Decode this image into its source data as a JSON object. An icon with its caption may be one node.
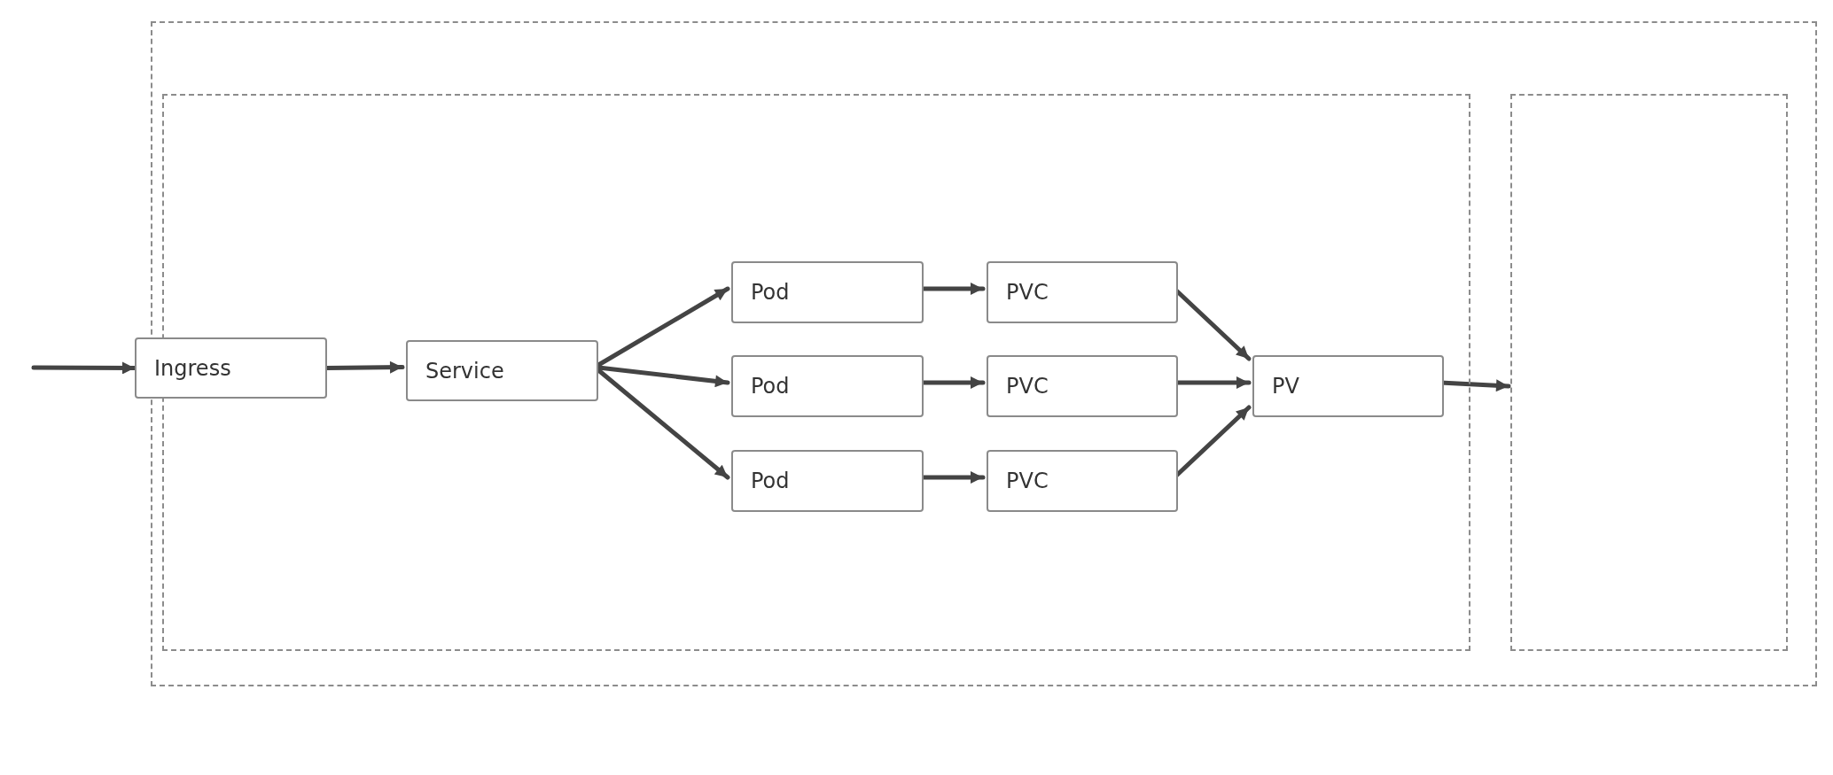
{
  "diagram": {
    "nodes": [
      {
        "text": [],
        "shape": "box"
      },
      {
        "text": [],
        "shape": "box",
        "in": 0
      },
      {
        "text": [],
        "shape": "box",
        "in": 0
      },
      {
        "text": [
          "Ingress"
        ]
      },
      {
        "text": [
          "Service"
        ],
        "in": 1
      },
      {
        "text": [
          "Pod"
        ],
        "in": 1
      },
      {
        "text": [
          "Pod"
        ],
        "in": 1
      },
      {
        "text": [
          "Pod"
        ],
        "in": 1
      },
      {
        "text": [
          "PVC"
        ],
        "in": 1
      },
      {
        "text": [
          "PVC"
        ],
        "in": 1
      },
      {
        "text": [
          "PVC"
        ],
        "in": 1
      },
      {
        "text": [
          "PV"
        ],
        "in": 1
      }
    ],
    "edges": [
      {
        "from": null,
        "to": 3,
        "arrow": "to"
      },
      {
        "from": 3,
        "to": 4,
        "arrow": "to"
      },
      {
        "from": 4,
        "to": 5,
        "arrow": "to"
      },
      {
        "from": 4,
        "to": 6,
        "arrow": "to"
      },
      {
        "from": 4,
        "to": 7,
        "arrow": "to"
      },
      {
        "from": 5,
        "to": 8,
        "arrow": "to"
      },
      {
        "from": 6,
        "to": 9,
        "arrow": "to"
      },
      {
        "from": 7,
        "to": 10,
        "arrow": "to"
      },
      {
        "from": 8,
        "to": 11,
        "arrow": "to"
      },
      {
        "from": 9,
        "to": 11,
        "arrow": "to"
      },
      {
        "from": 10,
        "to": 11,
        "arrow": "to"
      },
      {
        "from": 11,
        "to": 2,
        "arrow": "to"
      }
    ]
  }
}
